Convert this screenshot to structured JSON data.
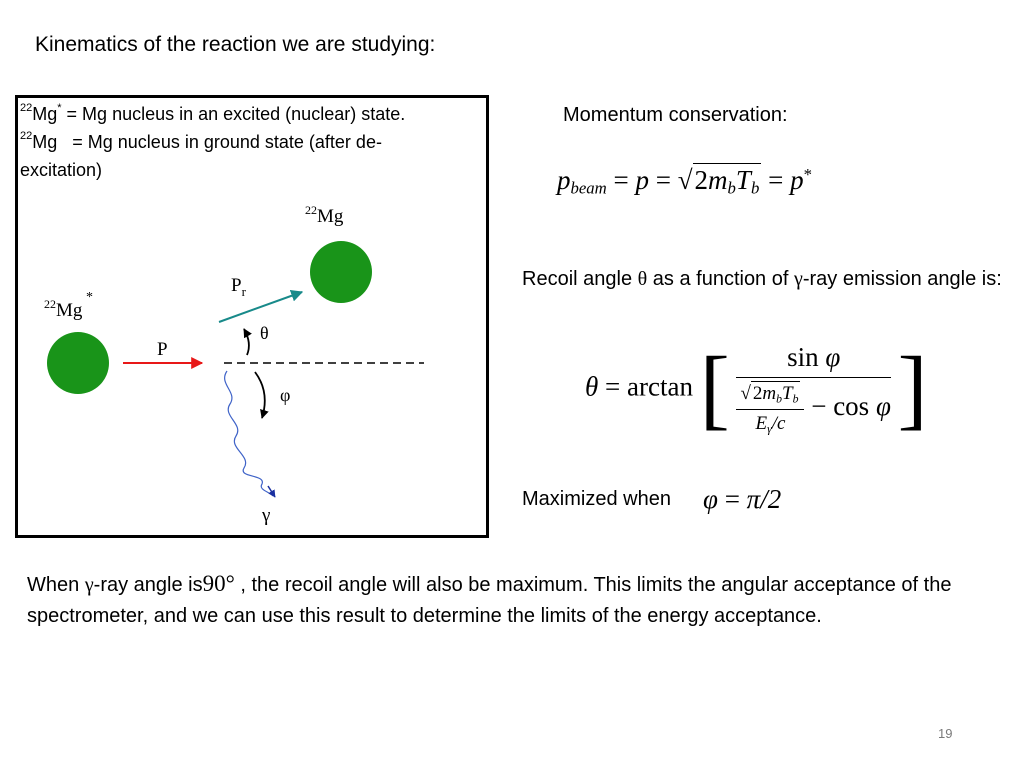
{
  "slide": {
    "title": "Kinematics of the reaction we are studying:",
    "page_number": "19"
  },
  "legend": {
    "line1": {
      "mass_number": "22",
      "element": "Mg",
      "star": "*",
      "text": " = Mg nucleus in an excited (nuclear) state."
    },
    "line2": {
      "mass_number": "22",
      "element": "Mg",
      "text": "   = Mg nucleus in ground state (after de-excitation)"
    }
  },
  "diagram": {
    "excited_label_mass": "22",
    "excited_label_element": "Mg",
    "excited_label_star": "*",
    "ground_label_mass": "22",
    "ground_label_element": "Mg",
    "beam_label": "P",
    "recoil_label": "P",
    "recoil_label_sub": "r",
    "theta_label": "θ",
    "phi_label": "φ",
    "gamma_label": "γ",
    "colors": {
      "nucleus": "#199419",
      "beam_arrow": "#e81818",
      "recoil_arrow": "#188a8a",
      "photon_wave": "#3f63c8"
    }
  },
  "momentum": {
    "heading": "Momentum conservation:",
    "equation": {
      "p": "p",
      "beam": "beam",
      "eq": "=",
      "two": "2",
      "m": "m",
      "b": "b",
      "T": "T",
      "star": "*"
    }
  },
  "recoil": {
    "text_part1": "Recoil angle ",
    "theta": "θ",
    "text_part2": " as a function of ",
    "gamma": "γ",
    "text_part3": "-ray emission angle is:",
    "equation": {
      "theta": "θ",
      "eq": "=",
      "arctan": "arctan",
      "sin": "sin",
      "phi": "φ",
      "minus": "−",
      "cos": "cos",
      "two": "2",
      "m": "m",
      "b": "b",
      "T": "T",
      "E": "E",
      "gamma": "γ",
      "over_c": "/c",
      "left_bracket": "[",
      "right_bracket": "]"
    }
  },
  "maximized": {
    "label": "Maximized when",
    "equation": {
      "phi": "φ",
      "eq": "=",
      "rhs": "π/2"
    }
  },
  "conclusion": {
    "part1": "When ",
    "gamma": "γ",
    "part2": "-ray angle is",
    "angle": "90°",
    "part3": " , the recoil angle will also be maximum.  This limits the angular acceptance of the spectrometer, and we can use this result to determine the limits of the energy acceptance."
  }
}
